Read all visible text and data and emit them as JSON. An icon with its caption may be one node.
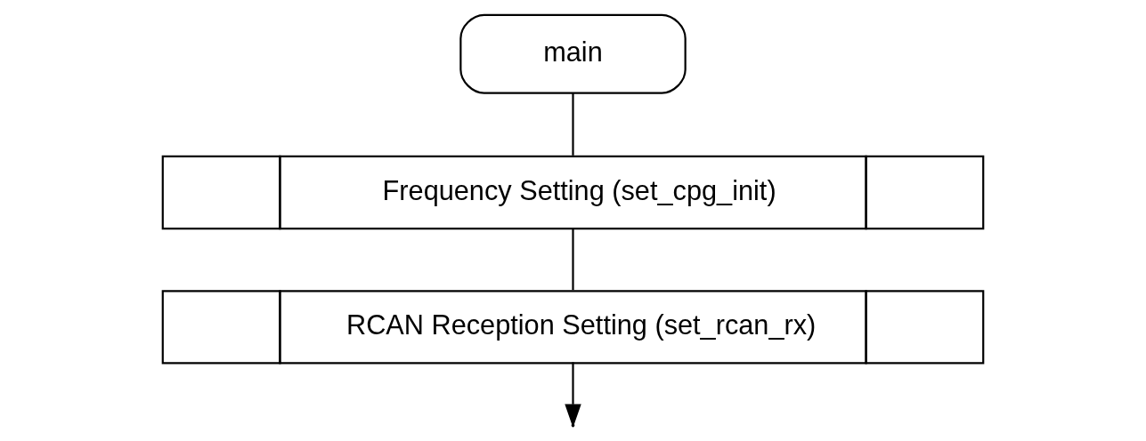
{
  "diagram": {
    "nodes": [
      {
        "text": [
          "main"
        ]
      },
      {
        "text": [
          "Frequency Setting (set_cpg_init)"
        ]
      },
      {
        "text": [
          "RCAN Reception Setting (set_rcan_rx)"
        ]
      }
    ],
    "edges": [
      {
        "from": 0,
        "to": 1,
        "arrow": "none"
      },
      {
        "from": 1,
        "to": 2,
        "arrow": "none"
      },
      {
        "from": 2,
        "to": null,
        "arrow": "to"
      }
    ]
  }
}
